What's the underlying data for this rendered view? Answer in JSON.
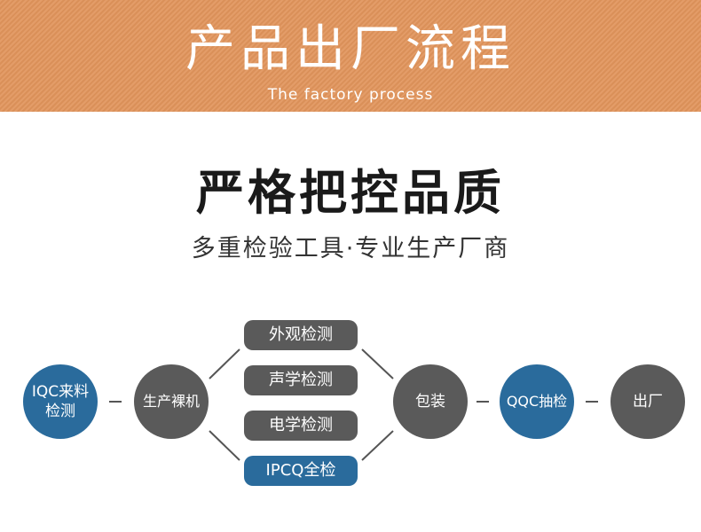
{
  "banner": {
    "title": "产品出厂流程",
    "subtitle": "The factory process"
  },
  "headline": "严格把控品质",
  "tagline": "多重检验工具·专业生产厂商",
  "colors": {
    "banner": "#e1955c",
    "node_gray": "#5a5a5a",
    "node_blue": "#2a6b9c",
    "connector": "#555555"
  },
  "flow": {
    "nodes": [
      {
        "label": "IQC来料检测",
        "style": "blue"
      },
      {
        "label": "生产裸机",
        "style": "gray"
      },
      {
        "label": "包装",
        "style": "gray"
      },
      {
        "label": "QQC抽检",
        "style": "blue"
      },
      {
        "label": "出厂",
        "style": "gray"
      }
    ],
    "inspections": [
      {
        "label": "外观检测",
        "style": "gray"
      },
      {
        "label": "声学检测",
        "style": "gray"
      },
      {
        "label": "电学检测",
        "style": "gray"
      },
      {
        "label": "IPCQ全检",
        "style": "blue"
      }
    ]
  }
}
